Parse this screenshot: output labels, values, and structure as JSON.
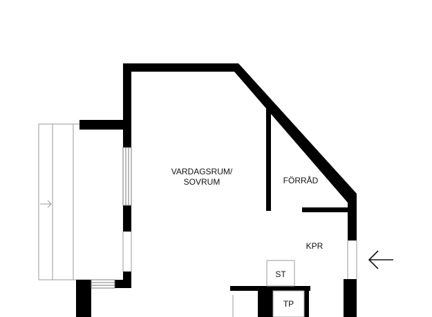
{
  "rooms": {
    "living": {
      "line1": "VARDAGSRUM/",
      "line2": "SOVRUM"
    },
    "storage": "FÖRRÅD",
    "wardrobe": "KPR",
    "cabinet_st": "ST",
    "cabinet_tp": "TP"
  },
  "icons": {
    "entrance": "arrow-left-icon",
    "balcony_door": "arrow-right-icon"
  },
  "colors": {
    "wall": "#000000",
    "line": "#9a9a9a",
    "background": "#ffffff"
  }
}
